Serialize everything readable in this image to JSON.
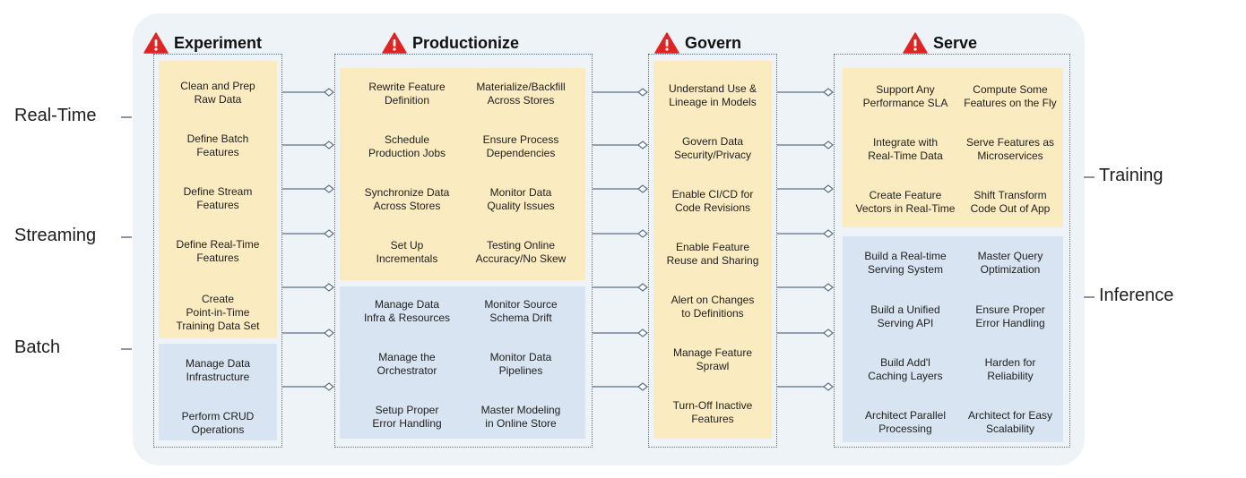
{
  "left_labels": [
    "Real-Time",
    "Streaming",
    "Batch"
  ],
  "right_labels": [
    "Training",
    "Inference"
  ],
  "columns": {
    "experiment": {
      "title": "Experiment",
      "yellow": [
        "Clean and Prep\nRaw Data",
        "Define Batch\nFeatures",
        "Define Stream\nFeatures",
        "Define Real-Time\nFeatures",
        "Create\nPoint-in-Time\nTraining Data Set"
      ],
      "blue": [
        "Manage Data\nInfrastructure",
        "Perform CRUD\nOperations"
      ]
    },
    "productionize": {
      "title": "Productionize",
      "yellow": [
        "Rewrite Feature\nDefinition",
        "Materialize/Backfill\nAcross Stores",
        "Schedule\nProduction Jobs",
        "Ensure Process\nDependencies",
        "Synchronize Data\nAcross Stores",
        "Monitor Data\nQuality Issues",
        "Set Up\nIncrementals",
        "Testing Online\nAccuracy/No Skew"
      ],
      "blue": [
        "Manage Data\nInfra & Resources",
        "Monitor Source\nSchema Drift",
        "Manage the\nOrchestrator",
        "Monitor Data\nPipelines",
        "Setup Proper\nError Handling",
        "Master Modeling\nin Online Store"
      ]
    },
    "govern": {
      "title": "Govern",
      "yellow": [
        "Understand Use &\nLineage in Models",
        "Govern Data\nSecurity/Privacy",
        "Enable CI/CD for\nCode Revisions",
        "Enable Feature\nReuse and Sharing",
        "Alert on Changes\nto Definitions",
        "Manage Feature\nSprawl",
        "Turn-Off Inactive\nFeatures"
      ]
    },
    "serve": {
      "title": "Serve",
      "yellow": [
        "Support Any\nPerformance SLA",
        "Compute Some\nFeatures on the Fly",
        "Integrate with\nReal-Time Data",
        "Serve Features as\nMicroservices",
        "Create Feature\nVectors in Real-Time",
        "Shift Transform\nCode Out of App"
      ],
      "blue": [
        "Build a Real-time\nServing System",
        "Master Query\nOptimization",
        "Build a Unified\nServing API",
        "Ensure Proper\nError Handling",
        "Build Add'l\nCaching Layers",
        "Harden for\nReliability",
        "Architect Parallel\nProcessing",
        "Architect for Easy\nScalability"
      ]
    }
  },
  "colors": {
    "yellow": "#fbebc0",
    "blue": "#d8e4f1",
    "panel": "#eef3f8",
    "warning": "#e02424",
    "connector": "#5b6f86"
  },
  "icons": {
    "title_icon": "warning-triangle-icon",
    "connector": "diamond-connector"
  }
}
